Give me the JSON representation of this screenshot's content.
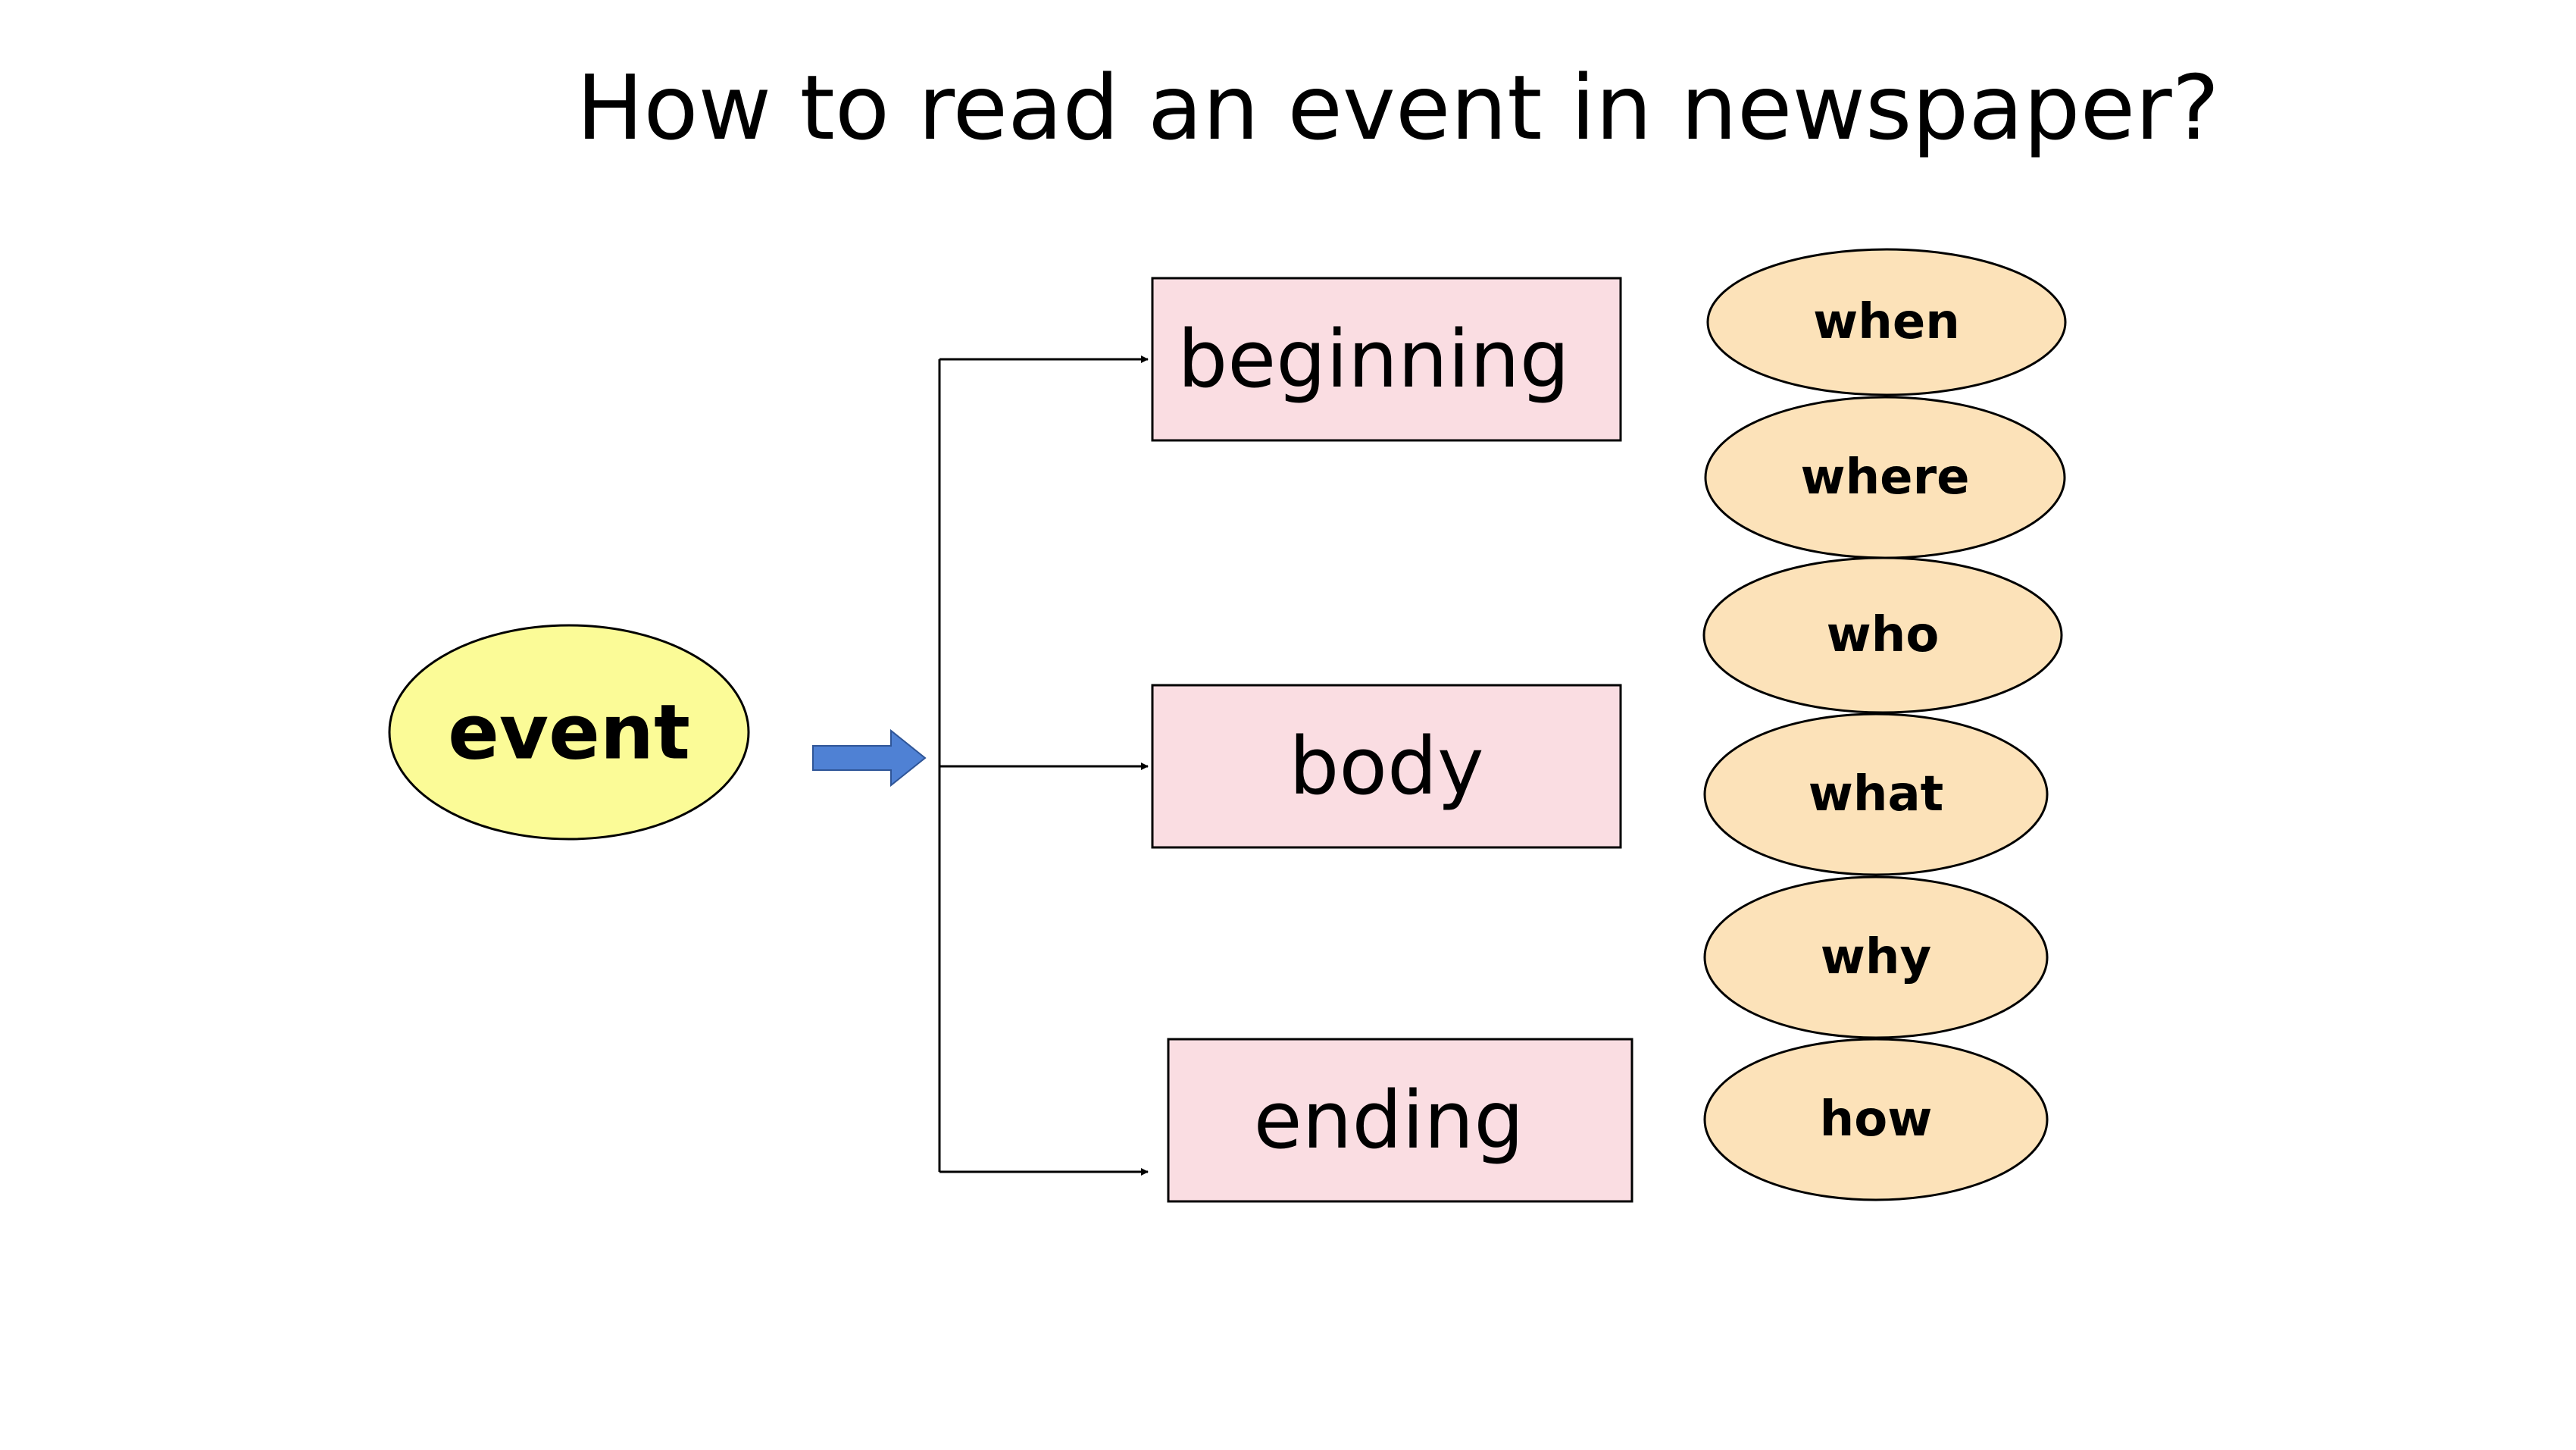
{
  "title": "How to read an event in newspaper?",
  "center_node": {
    "label": "event",
    "fill": "#fbfb97"
  },
  "sections": [
    {
      "label": "beginning"
    },
    {
      "label": "body"
    },
    {
      "label": "ending"
    }
  ],
  "questions": [
    {
      "label": "when"
    },
    {
      "label": "where"
    },
    {
      "label": "who"
    },
    {
      "label": "what"
    },
    {
      "label": "why"
    },
    {
      "label": "how"
    }
  ],
  "colors": {
    "section_fill": "#fadde2",
    "question_fill": "#fce2b9",
    "arrow_fill": "#4f81d4",
    "stroke": "#000000"
  }
}
